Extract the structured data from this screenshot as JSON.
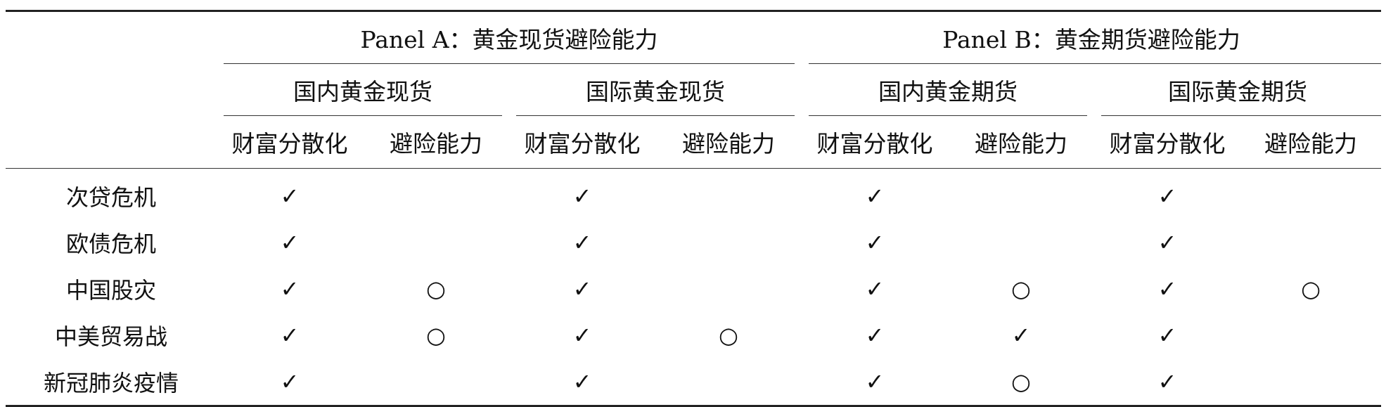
{
  "table": {
    "panels": [
      {
        "label": "Panel A：黄金现货避险能力"
      },
      {
        "label": "Panel B：黄金期货避险能力"
      }
    ],
    "markets": [
      {
        "label": "国内黄金现货"
      },
      {
        "label": "国际黄金现货"
      },
      {
        "label": "国内黄金期货"
      },
      {
        "label": "国际黄金期货"
      }
    ],
    "metrics": [
      {
        "label": "财富分散化"
      },
      {
        "label": "避险能力"
      },
      {
        "label": "财富分散化"
      },
      {
        "label": "避险能力"
      },
      {
        "label": "财富分散化"
      },
      {
        "label": "避险能力"
      },
      {
        "label": "财富分散化"
      },
      {
        "label": "避险能力"
      }
    ],
    "rows": [
      {
        "label": "次贷危机",
        "cells": [
          "✓",
          "",
          "✓",
          "",
          "✓",
          "",
          "✓",
          ""
        ]
      },
      {
        "label": "欧债危机",
        "cells": [
          "✓",
          "",
          "✓",
          "",
          "✓",
          "",
          "✓",
          ""
        ]
      },
      {
        "label": "中国股灾",
        "cells": [
          "✓",
          "○",
          "✓",
          "",
          "✓",
          "○",
          "✓",
          "○"
        ]
      },
      {
        "label": "中美贸易战",
        "cells": [
          "✓",
          "○",
          "✓",
          "○",
          "✓",
          "✓",
          "✓",
          ""
        ]
      },
      {
        "label": "新冠肺炎疫情",
        "cells": [
          "✓",
          "",
          "✓",
          "",
          "✓",
          "○",
          "✓",
          ""
        ]
      }
    ]
  }
}
